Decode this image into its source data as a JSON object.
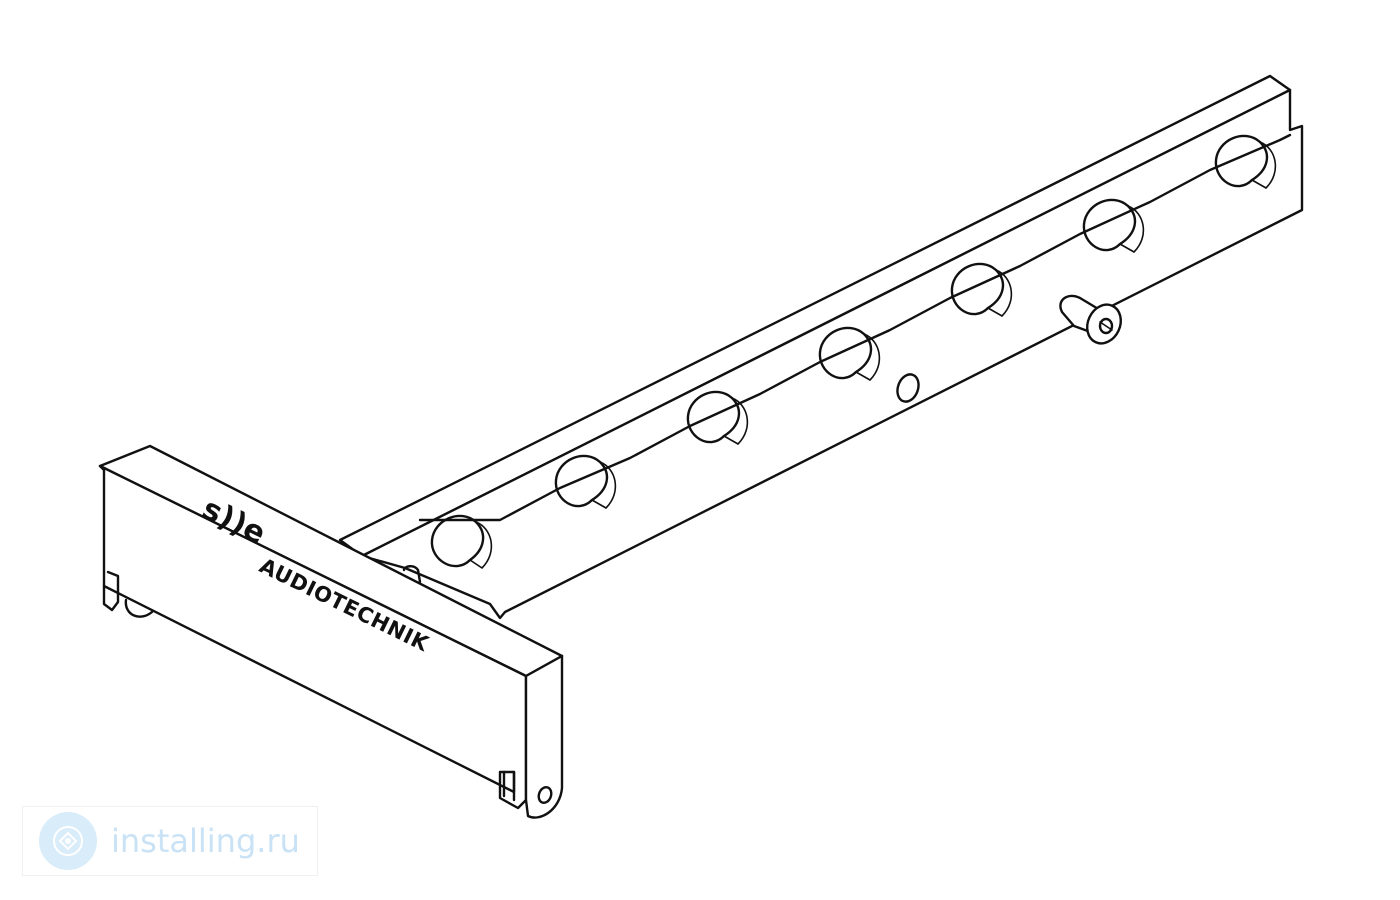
{
  "drawing": {
    "logo_mark": "s))e",
    "brand_name": "AUDIOTECHNIK"
  },
  "watermark": {
    "site": "installing.ru",
    "icon": "installing-logo-icon"
  },
  "colors": {
    "line": "#111111",
    "background": "#ffffff",
    "watermark": "#c9e2f5"
  }
}
